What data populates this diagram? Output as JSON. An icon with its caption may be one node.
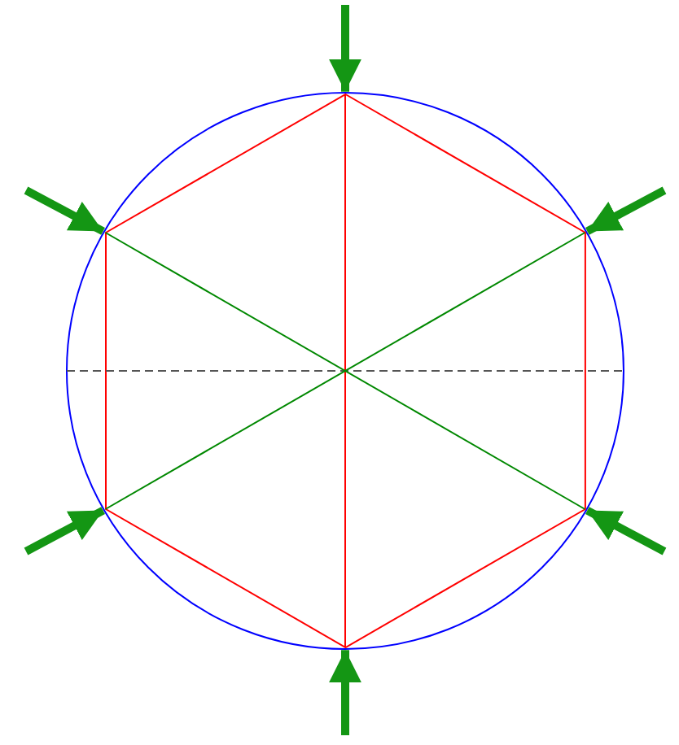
{
  "diagram": {
    "nodes": [
      {
        "text": [],
        "shape": "circle"
      },
      {
        "text": [],
        "shape": "hexagon",
        "in": 0
      }
    ],
    "edges": [
      {
        "from": null,
        "to": 1,
        "arrow": "to"
      },
      {
        "from": null,
        "to": 1,
        "arrow": "to"
      },
      {
        "from": null,
        "to": 1,
        "arrow": "to"
      },
      {
        "from": null,
        "to": 1,
        "arrow": "to"
      },
      {
        "from": null,
        "to": 1,
        "arrow": "to"
      },
      {
        "from": null,
        "to": 1,
        "arrow": "to"
      }
    ]
  }
}
